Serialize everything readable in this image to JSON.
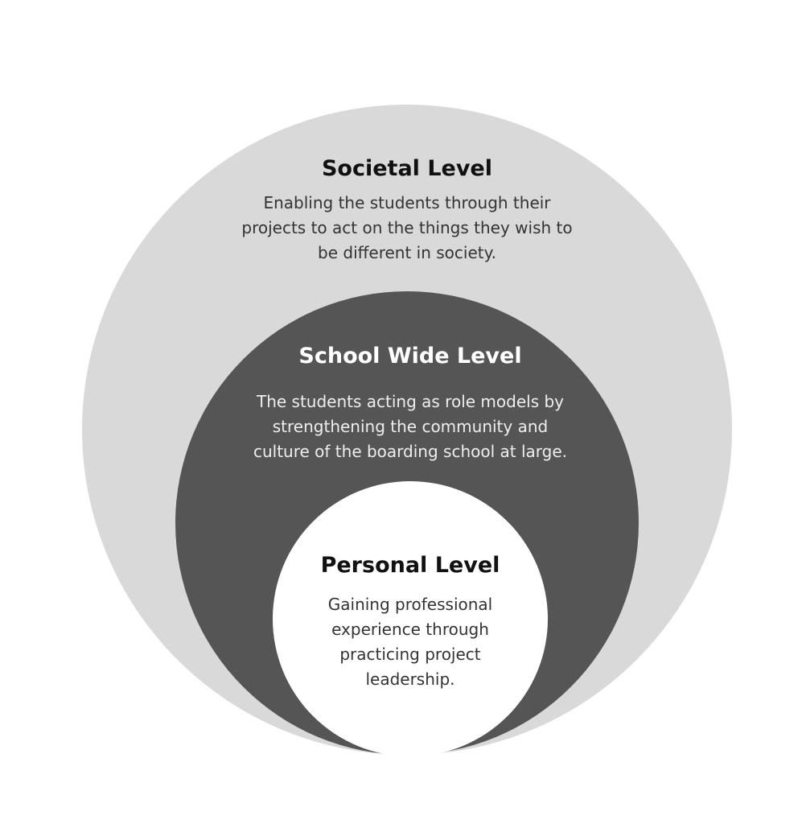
{
  "colors": {
    "background": "#ffffff",
    "outer_circle": "#d9d9d9",
    "middle_circle": "#555555",
    "inner_circle": "#ffffff",
    "dark_text": "#111111",
    "light_title": "#ffffff",
    "light_text": "#eeeeee",
    "desc_dark": "#333333"
  },
  "levels": {
    "societal": {
      "title": "Societal Level",
      "description": [
        "Enabling the students through their",
        "projects to act on the things they wish to",
        "be different in society."
      ]
    },
    "school_wide": {
      "title": "School Wide Level",
      "description": [
        "The students acting as role models by",
        "strengthening the community and",
        "culture of the boarding school at large."
      ]
    },
    "personal": {
      "title": "Personal Level",
      "description": [
        "Gaining professional",
        "experience through",
        "practicing project",
        "leadership."
      ]
    }
  }
}
